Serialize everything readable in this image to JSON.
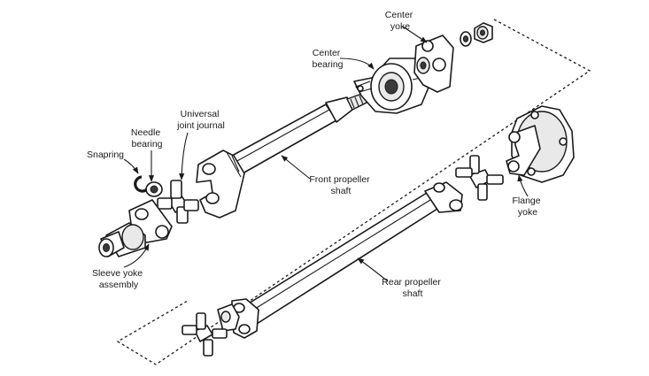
{
  "labels": {
    "center_yoke": [
      "Center",
      "yoke"
    ],
    "center_bearing": [
      "Center",
      "bearing"
    ],
    "needle_bearing": [
      "Needle",
      "bearing"
    ],
    "universal_joint_journal": [
      "Universal",
      "joint journal"
    ],
    "snapring": [
      "Snapring"
    ],
    "front_propeller_shaft": [
      "Front propeller",
      "shaft"
    ],
    "flange_yoke": [
      "Flange",
      "yoke"
    ],
    "sleeve_yoke_assembly": [
      "Sleeve yoke",
      "assembly"
    ],
    "rear_propeller_shaft": [
      "Rear propeller",
      "shaft"
    ]
  }
}
